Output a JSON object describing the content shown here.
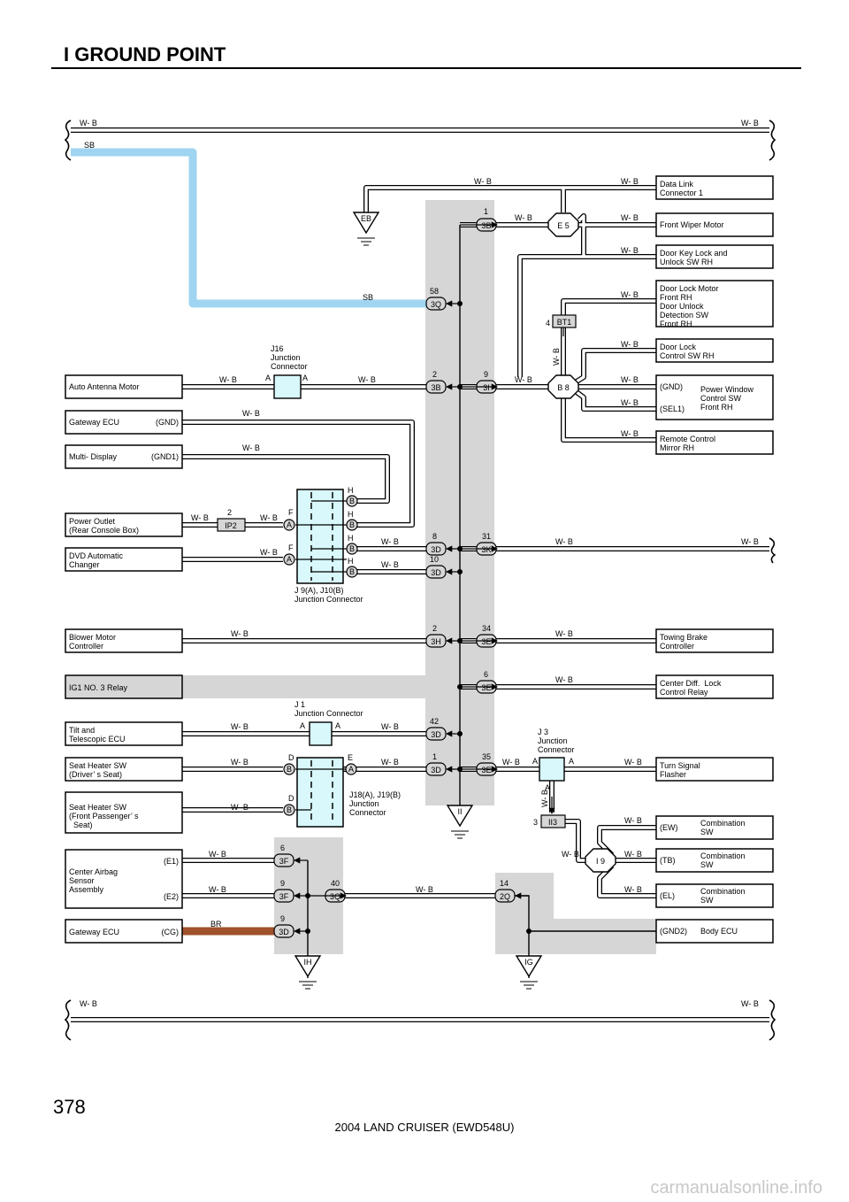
{
  "page": {
    "title": "I  GROUND POINT",
    "page_number": "378",
    "footer": "2004 LAND CRUISER (EWD548U)",
    "watermark": "carmanualsonline.info"
  },
  "colors": {
    "sb_wire": "#9fd5f0",
    "br_wire": "#a0522d",
    "shade": "#d6d6d6",
    "connector": "#d8f8fc"
  },
  "wire_codes": {
    "wb": "W- B",
    "sb": "SB",
    "br": "BR"
  },
  "grounds": {
    "eb": "EB",
    "ii": "II",
    "ih": "IH",
    "ig": "IG"
  },
  "connectors": {
    "e5": "E 5",
    "b8": "B 8",
    "bt1": "BT1",
    "ip2": "IP2",
    "ii3": "II3",
    "i9": "I 9",
    "c3b": "3B",
    "c3q": "3Q",
    "c3i": "3I",
    "c3d": "3D",
    "c3k": "3K",
    "c3h": "3H",
    "c3e": "3E",
    "c3f": "3F",
    "c2q": "2Q",
    "a": "A",
    "b": "B",
    "d": "D",
    "e": "E",
    "f": "F",
    "h": "H"
  },
  "pins": {
    "p1": "1",
    "p2": "2",
    "p3": "3",
    "p4": "4",
    "p6": "6",
    "p8": "8",
    "p9": "9",
    "p10": "10",
    "p14": "14",
    "p31": "31",
    "p34": "34",
    "p35": "35",
    "p40": "40",
    "p42": "42",
    "p58": "58"
  },
  "junctions": {
    "j16": [
      "J16",
      "Junction",
      "Connector"
    ],
    "j9": [
      "J 9(A), J10(B)",
      "Junction Connector"
    ],
    "j1": [
      "J 1",
      "Junction Connector"
    ],
    "j3": [
      "J 3",
      "Junction",
      "Connector"
    ],
    "j18": [
      "J18(A), J19(B)",
      "Junction",
      "Connector"
    ]
  },
  "left_components": {
    "auto_antenna": [
      "Auto Antenna Motor"
    ],
    "gateway": [
      "Gateway ECU"
    ],
    "gateway_pin": "(GND)",
    "multi_display": [
      "Multi- Display"
    ],
    "multi_display_pin": "(GND1)",
    "power_outlet": [
      "Power Outlet",
      "(Rear Console Box)"
    ],
    "dvd": [
      "DVD Automatic",
      "Changer"
    ],
    "blower": [
      "Blower Motor",
      "Controller"
    ],
    "ig1": [
      "IG1 NO. 3 Relay"
    ],
    "tilt": [
      "Tilt and",
      "Telescopic ECU"
    ],
    "seat_driver": [
      "Seat Heater SW",
      "(Driver’ s Seat)"
    ],
    "seat_passenger": [
      "Seat Heater SW",
      "(Front Passenger’ s",
      "  Seat)"
    ],
    "airbag": [
      "Center Airbag",
      "Sensor",
      "Assembly"
    ],
    "airbag_e1": "(E1)",
    "airbag_e2": "(E2)",
    "gateway_cg": [
      "Gateway ECU"
    ],
    "gateway_cg_pin": "(CG)"
  },
  "right_components": {
    "data_link": [
      "Data Link",
      "Connector 1"
    ],
    "front_wiper": [
      "Front Wiper Motor"
    ],
    "door_key": [
      "Door Key Lock and",
      "Unlock SW RH"
    ],
    "door_lock_motor": [
      "Door Lock Motor",
      "Front RH",
      "Door Unlock",
      "Detection SW",
      "Front RH"
    ],
    "door_lock_ctrl": [
      "Door Lock",
      "Control SW RH"
    ],
    "pw_gnd": "(GND)",
    "pw_sel1": "(SEL1)",
    "power_window": [
      "Power Window",
      "Control SW",
      "Front RH"
    ],
    "remote_mirror": [
      "Remote Control",
      "Mirror RH"
    ],
    "towing": [
      "Towing Brake",
      "Controller"
    ],
    "center_diff": [
      "Center Diff.  Lock",
      "Control Relay"
    ],
    "turn_signal": [
      "Turn Signal",
      "Flasher"
    ],
    "comb_ew_pin": "(EW)",
    "comb_tb_pin": "(TB)",
    "comb_el_pin": "(EL)",
    "combination_sw": [
      "Combination",
      "SW"
    ],
    "body_ecu_pin": "(GND2)",
    "body_ecu": [
      "Body ECU"
    ]
  }
}
